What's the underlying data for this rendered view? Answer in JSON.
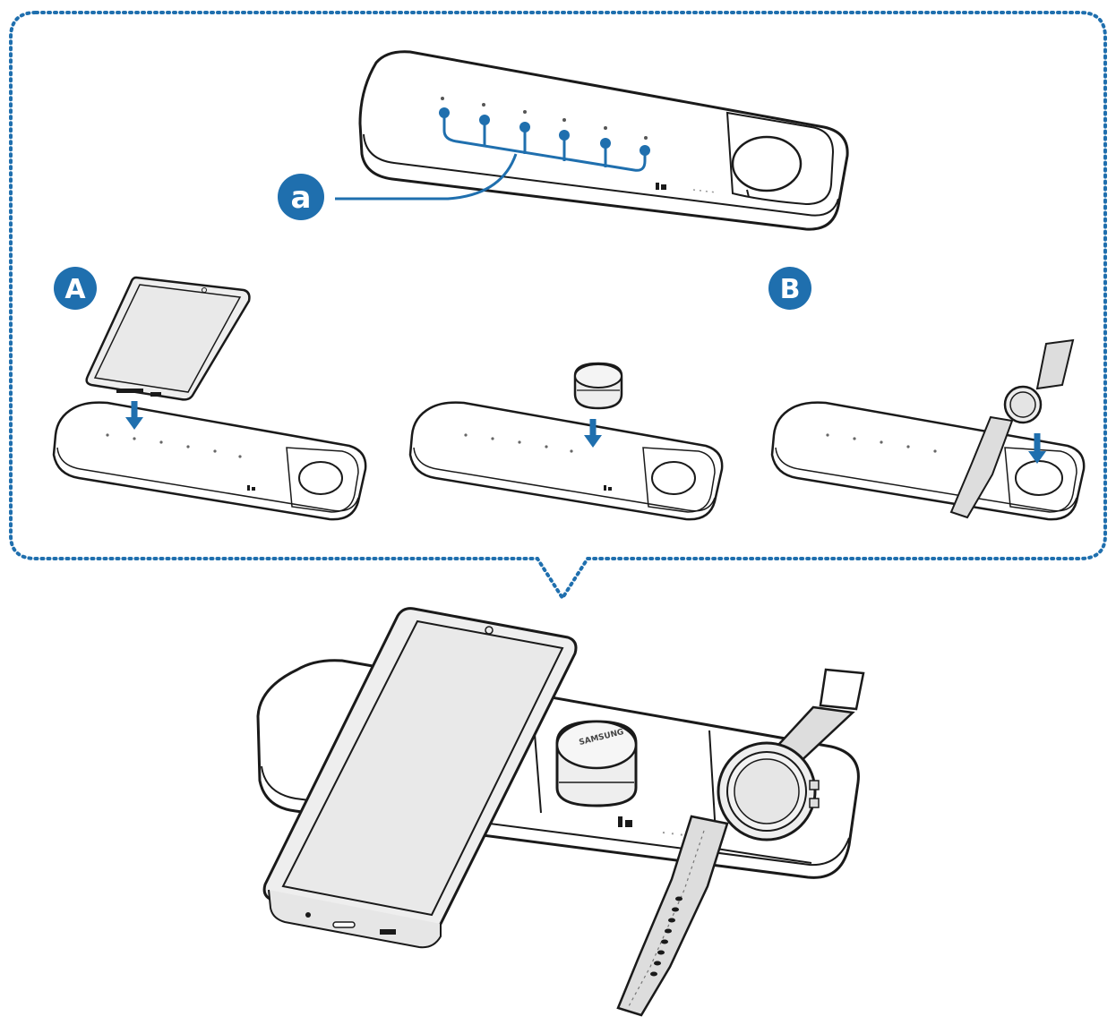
{
  "labels": {
    "callout": "a",
    "position_a": "A",
    "position_b": "B",
    "earbuds_brand": "SAMSUNG"
  },
  "colors": {
    "accent": "#1f6fae",
    "outline": "#1a1a1a",
    "device_fill": "#eeeeee",
    "pad_fill": "#ffffff"
  },
  "icons": {
    "callout_badge": "circle-letter-icon",
    "arrow": "arrow-down-icon"
  }
}
